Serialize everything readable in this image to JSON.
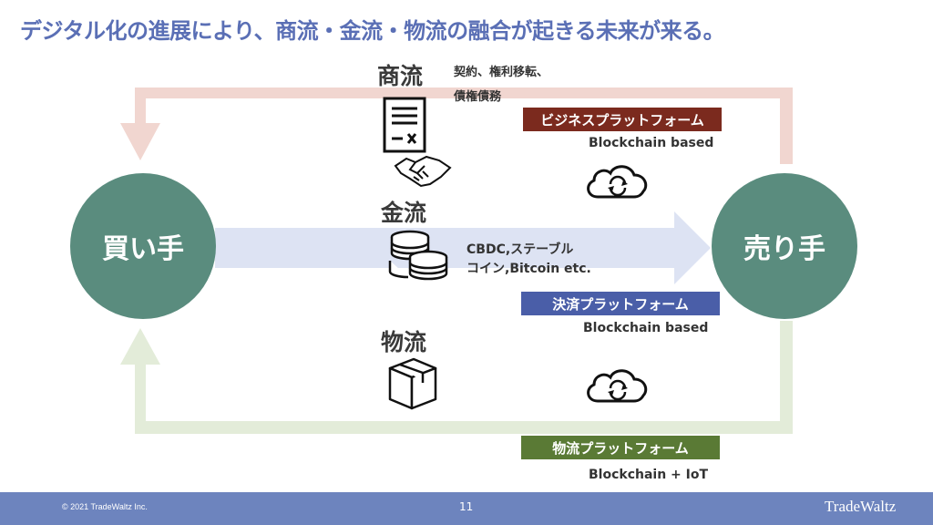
{
  "title": "デジタル化の進展により、商流・金流・物流の融合が起きる未来が来る。",
  "buyer": "買い手",
  "seller": "売り手",
  "commerce": {
    "label": "商流",
    "note_line1": "契約、権利移転、",
    "note_line2": "債権債務",
    "platform": "ビジネスプラットフォーム",
    "basis": "Blockchain based",
    "color": "#7b2a1e",
    "flow_color": "#f1d6d0"
  },
  "money": {
    "label": "金流",
    "note_line1": "CBDC,ステーブル",
    "note_line2": "コイン,Bitcoin etc.",
    "platform": "決済プラットフォーム",
    "basis": "Blockchain based",
    "color": "#4a5ea8",
    "flow_color": "#dde3f3"
  },
  "logistics": {
    "label": "物流",
    "platform": "物流プラットフォーム",
    "basis": "Blockchain + IoT",
    "color": "#5a7a35",
    "flow_color": "#e3ecd9"
  },
  "footer": {
    "copyright": "© 2021 TradeWaltz Inc.",
    "page": "11",
    "brand": "TradeWaltz",
    "bar_color": "#6d84be"
  }
}
